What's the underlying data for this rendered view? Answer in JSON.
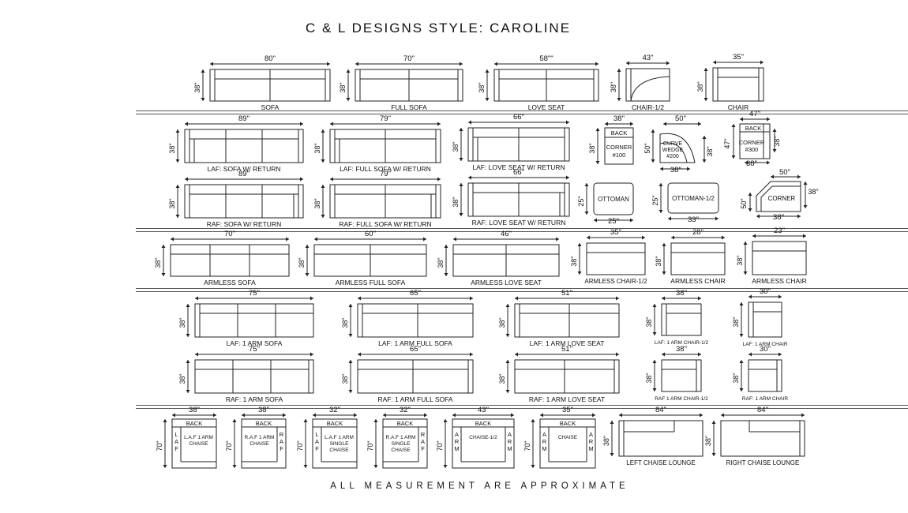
{
  "title": "C & L DESIGNS STYLE: CAROLINE",
  "footer": "ALL MEASUREMENT ARE APPROXIMATE",
  "common": {
    "depth": "38\""
  },
  "row1": [
    {
      "name": "SOFA",
      "width": "80\""
    },
    {
      "name": "FULL SOFA",
      "width": "70\""
    },
    {
      "name": "LOVE SEAT",
      "width": "58\"\""
    },
    {
      "name": "CHAIR-1/2",
      "width": "43\""
    },
    {
      "name": "CHAIR",
      "width": "35\""
    }
  ],
  "row2": [
    {
      "name": "LAF: SOFA W/ RETURN",
      "width": "89\""
    },
    {
      "name": "LAF: FULL SOFA W/ RETURN",
      "width": "79\""
    },
    {
      "name": "LAF: LOVE SEAT W/ RETURN",
      "width": "66\""
    }
  ],
  "row3": [
    {
      "name": "RAF: SOFA W/ RETURN",
      "width": "89\""
    },
    {
      "name": "RAF: FULL SOFA W/ RETURN",
      "width": "79\""
    },
    {
      "name": "RAF: LOVE SEAT W/ RETURN",
      "width": "66\""
    }
  ],
  "corner100": {
    "back": "BACK",
    "label1": "CORNER",
    "label2": "#100",
    "width": "38\"",
    "depth": "38\""
  },
  "wedge200": {
    "label1": "CURVE",
    "label2": "WEDGE",
    "label3": "#200",
    "width": "50\"",
    "depth": "50\"",
    "depth2": "38\"",
    "bottom": "38\""
  },
  "corner300": {
    "back": "BACK",
    "label1": "CORNER",
    "label2": "#300",
    "width": "47\"",
    "depth": "47\"",
    "depth2": "38\"",
    "bottom": "38\""
  },
  "ottoman": {
    "name": "OTTOMAN",
    "depth": "25\"",
    "width": "25\""
  },
  "ottoman_half": {
    "name": "OTTOMAN-1/2",
    "depth": "25\"",
    "width": "33\""
  },
  "corner_angled": {
    "name": "CORNER",
    "width": "50\"",
    "depth": "38\"",
    "left": "50\"",
    "bottom": "38\""
  },
  "row4": [
    {
      "name": "ARMLESS SOFA",
      "width": "70\""
    },
    {
      "name": "ARMLESS FULL SOFA",
      "width": "60\""
    },
    {
      "name": "ARMLESS LOVE SEAT",
      "width": "46\""
    },
    {
      "name": "ARMLESS CHAIR-1/2",
      "width": "35\""
    },
    {
      "name": "ARMLESS CHAIR",
      "width": "28\""
    },
    {
      "name": "ARMLESS CHAIR",
      "width": "23\""
    }
  ],
  "row5": [
    {
      "name": "LAF: 1 ARM SOFA",
      "width": "75\""
    },
    {
      "name": "LAF: 1 ARM FULL SOFA",
      "width": "65\""
    },
    {
      "name": "LAF: 1 ARM LOVE SEAT",
      "width": "51\""
    },
    {
      "name": "LAF: 1 ARM CHAIR-1/2",
      "width": "38\""
    },
    {
      "name": "LAF: 1 ARM CHAIR",
      "width": "30\""
    }
  ],
  "row6": [
    {
      "name": "RAF: 1 ARM SOFA",
      "width": "75\""
    },
    {
      "name": "RAF: 1 ARM FULL SOFA",
      "width": "65\""
    },
    {
      "name": "RAF: 1 ARM LOVE SEAT",
      "width": "51\""
    },
    {
      "name": "RAF 1 ARM CHAIR-1/2",
      "width": "38\""
    },
    {
      "name": "RAF: 1 ARM CHAIR",
      "width": "30\""
    }
  ],
  "chaises": [
    {
      "width": "38\"",
      "depth": "70\"",
      "back": "BACK",
      "arm": "L A F",
      "lines": [
        "L.A.F 1 ARM",
        "CHAISE"
      ],
      "side": "left"
    },
    {
      "width": "38\"",
      "depth": "70\"",
      "back": "BACK",
      "arm": "R A F",
      "lines": [
        "R.A.F 1 ARM",
        "CHAISE"
      ],
      "side": "right"
    },
    {
      "width": "32\"",
      "depth": "70\"",
      "back": "BACK",
      "arm": "L A F",
      "lines": [
        "L.A.F 1 ARM",
        "SINGLE",
        "CHAISE"
      ],
      "side": "left"
    },
    {
      "width": "32\"",
      "depth": "70\"",
      "back": "BACK",
      "arm": "R A F",
      "lines": [
        "R.A.F 1 ARM",
        "SINGLE",
        "CHAISE"
      ],
      "side": "right"
    },
    {
      "width": "43\"",
      "depth": "70\"",
      "back": "BACK",
      "arm": "A R M",
      "lines": [
        "CHAISE-1/2"
      ],
      "side": "both"
    },
    {
      "width": "35\"",
      "depth": "70\"",
      "back": "BACK",
      "arm": "A R M",
      "lines": [
        "CHAISE"
      ],
      "side": "both"
    }
  ],
  "lounges": [
    {
      "name": "LEFT CHAISE LOUNGE",
      "width": "84\"",
      "depth": "38\""
    },
    {
      "name": "RIGHT CHAISE LOUNGE",
      "width": "84\"",
      "depth": "38\""
    }
  ]
}
